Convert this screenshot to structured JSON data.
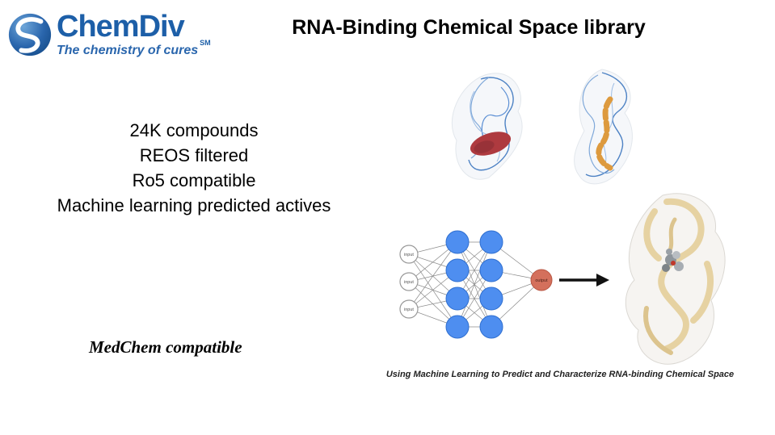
{
  "title": "RNA-Binding Chemical Space library",
  "logo": {
    "name": "ChemDiv",
    "sm_mark": "SM",
    "tagline": "The chemistry of cures"
  },
  "bullets": [
    "24K compounds",
    "REOS filtered",
    "Ro5 compatible",
    "Machine learning predicted actives"
  ],
  "footnote": "MedChem compatible",
  "figure": {
    "caption": "Using Machine Learning to Predict and Characterize RNA-binding Chemical Space",
    "nn": {
      "input_label": "input",
      "output_label": "output"
    }
  },
  "colors": {
    "logo_blue": "#1d5fa8",
    "hidden_node_blue": "#4e8ef0",
    "output_node_red": "#d4705c",
    "ligand_red": "#ae3a3f",
    "ligand_orange": "#dd9a3e",
    "rna_ribbon_blue": "#4d82c4",
    "rna_tan": "#e6d2a2"
  }
}
